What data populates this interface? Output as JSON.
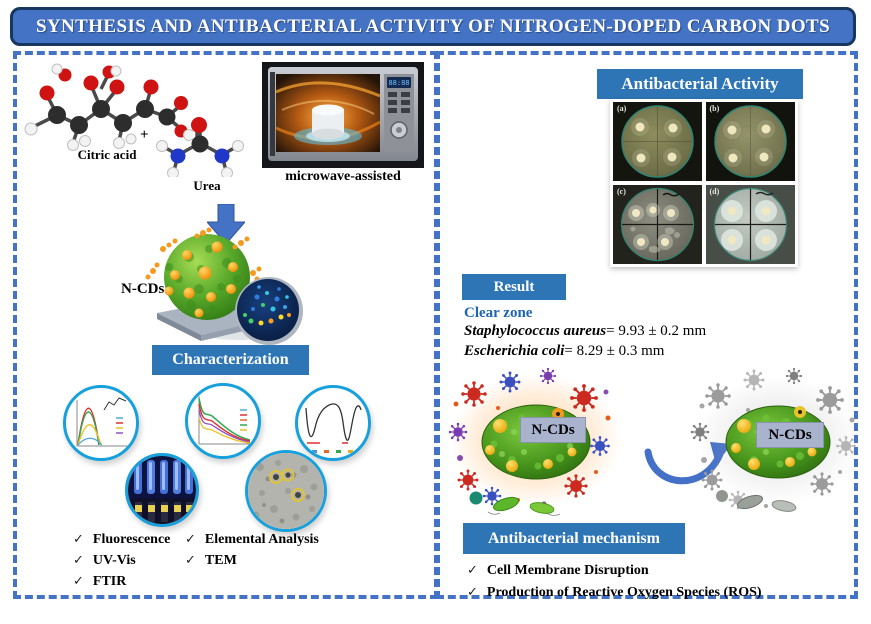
{
  "title": "SYNTHESIS AND ANTIBACTERIAL ACTIVITY OF NITROGEN-DOPED CARBON DOTS",
  "colors": {
    "title_banner_blue": "#4472C4",
    "section_banner_blue": "#2E75B6",
    "dashed_border_blue": "#4472C4",
    "clear_zone_blue": "#2064B4",
    "circle_ring_cyan": "#18A0DC"
  },
  "icons": {
    "check": "✓",
    "plus": "+",
    "down_arrow": "down-block-arrow",
    "curved_arrow": "curved-right-arrow"
  },
  "left_panel": {
    "citric_acid_label": "Citric acid",
    "urea_label": "Urea",
    "microwave_label": "microwave-assisted",
    "ncds_label": "N-CDs",
    "characterization_banner": "Characterization",
    "checklist_col1": [
      "Fluorescence",
      "UV-Vis",
      "FTIR"
    ],
    "checklist_col2": [
      "Elemental Analysis",
      "TEM"
    ]
  },
  "right_panel": {
    "activity_banner": "Antibacterial Activity",
    "petri_labels": [
      "(a)",
      "(b)",
      "(c)",
      "(d)"
    ],
    "result_banner": "Result",
    "clear_zone_heading": "Clear zone",
    "results": [
      {
        "organism": "Staphylococcus aureus",
        "value": "= 9.93 ± 0.2 mm"
      },
      {
        "organism": "Escherichia coli",
        "value": "= 8.29 ± 0.3 mm"
      }
    ],
    "ncds_label_before": "N-CDs",
    "ncds_label_after": "N-CDs",
    "mechanism_banner": "Antibacterial  mechanism",
    "mechanism_checklist": [
      "Cell Membrane Disruption",
      "Production of Reactive Oxygen Species (ROS)"
    ]
  }
}
